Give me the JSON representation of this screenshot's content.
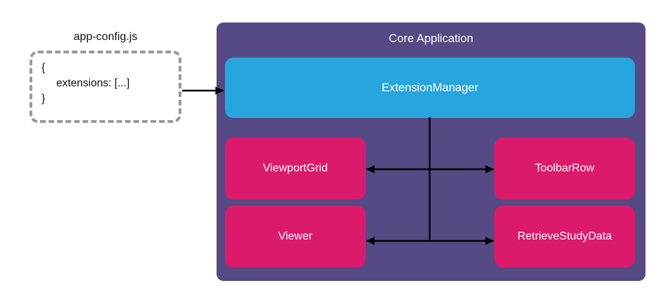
{
  "config_file": {
    "filename": "app-config.js",
    "code_lines": [
      "{",
      "extensions: [...]",
      "}"
    ]
  },
  "core_application": {
    "title": "Core Application",
    "extension_manager_label": "ExtensionManager",
    "modules": [
      "ViewportGrid",
      "ToolbarRow",
      "Viewer",
      "RetrieveStudyData"
    ]
  },
  "colors": {
    "core_bg": "#554A83",
    "extension_manager_bg": "#28A5DC",
    "module_bg": "#DB1A6C",
    "arrow": "#000000",
    "dashed_border": "#999999",
    "text_light": "#FFFFFF",
    "text_dark": "#111111"
  }
}
